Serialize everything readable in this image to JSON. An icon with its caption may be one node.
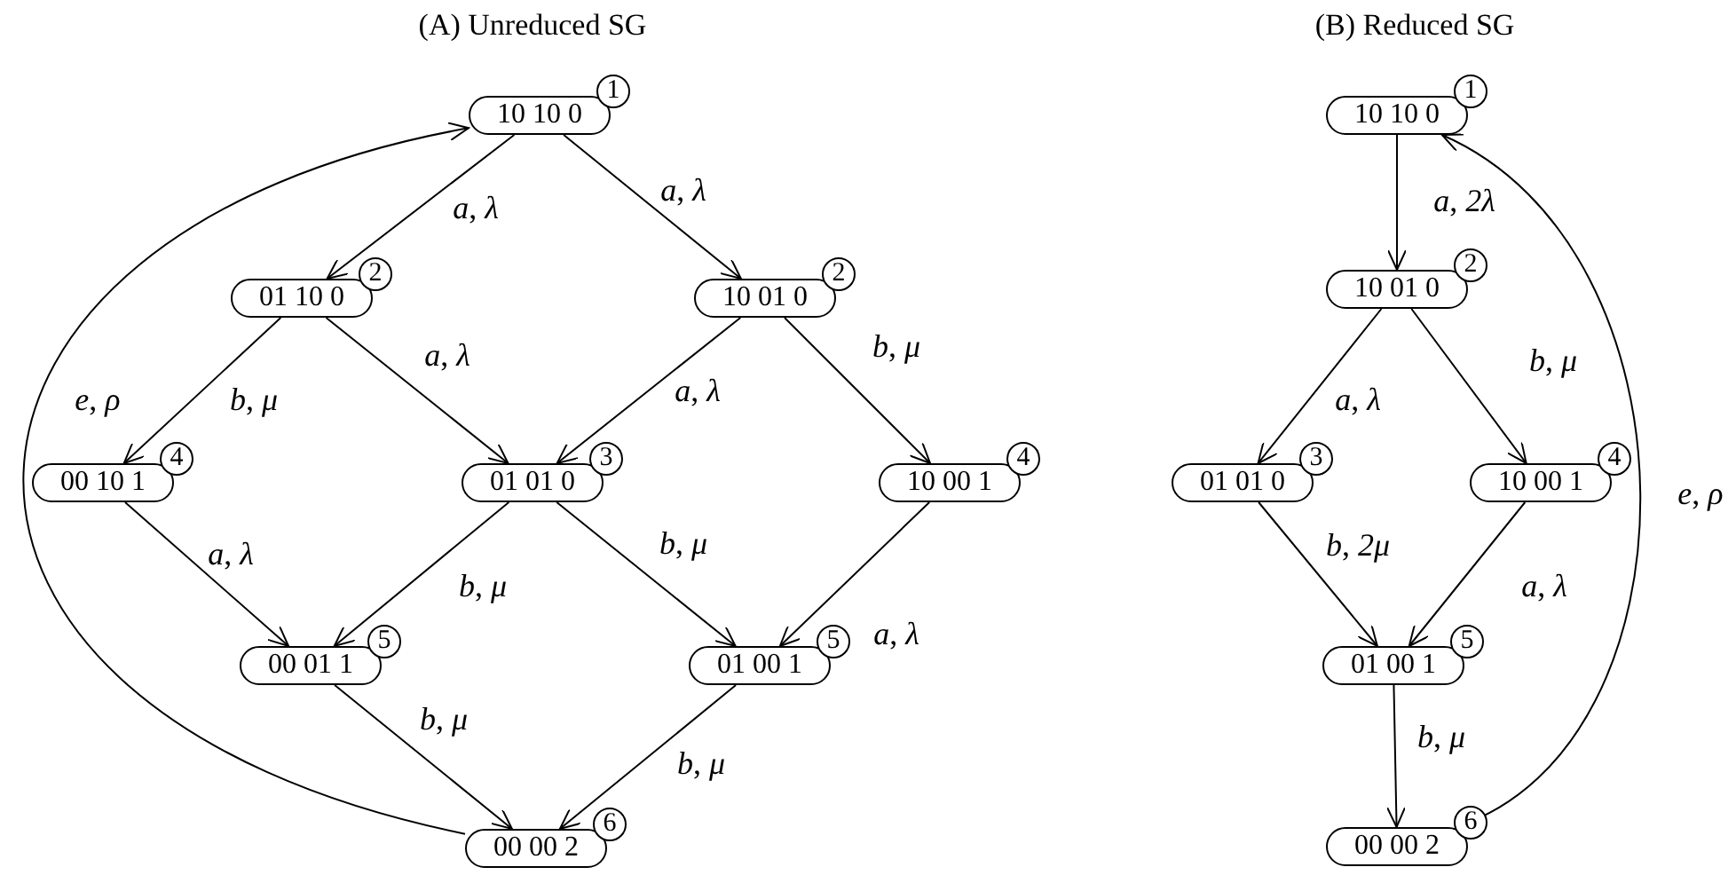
{
  "diagram": {
    "nodes": [
      {
        "text": [
          "10 10 0"
        ],
        "beside": [
          "1"
        ]
      },
      {
        "text": [
          "01 10 0"
        ],
        "beside": [
          "2"
        ]
      },
      {
        "text": [
          "10 01 0"
        ],
        "beside": [
          "2"
        ]
      },
      {
        "text": [
          "00 10 1"
        ],
        "beside": [
          "4"
        ]
      },
      {
        "text": [
          "01 01 0"
        ],
        "beside": [
          "3"
        ]
      },
      {
        "text": [
          "10 00 1"
        ],
        "beside": [
          "4"
        ]
      },
      {
        "text": [
          "00 01 1"
        ],
        "beside": [
          "5"
        ]
      },
      {
        "text": [
          "01 00 1"
        ],
        "beside": [
          "5"
        ]
      },
      {
        "text": [
          "00 00 2"
        ],
        "beside": [
          "6"
        ]
      },
      {
        "text": [
          "10 10 0"
        ],
        "beside": [
          "1"
        ]
      },
      {
        "text": [
          "10 01 0"
        ],
        "beside": [
          "2"
        ]
      },
      {
        "text": [
          "01 01 0"
        ],
        "beside": [
          "3"
        ]
      },
      {
        "text": [
          "10 00 1"
        ],
        "beside": [
          "4"
        ]
      },
      {
        "text": [
          "01 00 1"
        ],
        "beside": [
          "5"
        ]
      },
      {
        "text": [
          "00 00 2"
        ],
        "beside": [
          "6"
        ]
      }
    ],
    "edges": [
      {
        "from": 0,
        "to": 1,
        "arrow": "to",
        "label": "*a*, *λ*"
      },
      {
        "from": 0,
        "to": 2,
        "arrow": "to",
        "label": "*a*, *λ*"
      },
      {
        "from": 1,
        "to": 3,
        "arrow": "to",
        "label": "*b*, *μ*"
      },
      {
        "from": 1,
        "to": 4,
        "arrow": "to",
        "label": "*a*, *λ*"
      },
      {
        "from": 2,
        "to": 4,
        "arrow": "to",
        "label": "*a*, *λ*"
      },
      {
        "from": 2,
        "to": 5,
        "arrow": "to",
        "label": "*b*, *μ*"
      },
      {
        "from": 3,
        "to": 6,
        "arrow": "to",
        "label": "*a*, *λ*"
      },
      {
        "from": 4,
        "to": 6,
        "arrow": "to",
        "label": "*b*, *μ*"
      },
      {
        "from": 4,
        "to": 7,
        "arrow": "to",
        "label": "*b*, *μ*"
      },
      {
        "from": 5,
        "to": 7,
        "arrow": "to",
        "label": "*a*, *λ*"
      },
      {
        "from": 6,
        "to": 8,
        "arrow": "to",
        "label": "*b*, *μ*"
      },
      {
        "from": 7,
        "to": 8,
        "arrow": "to",
        "label": "*b*, *μ*"
      },
      {
        "from": 8,
        "to": 0,
        "arrow": "to",
        "label": "*e*, *ρ*"
      },
      {
        "from": 9,
        "to": 10,
        "arrow": "to",
        "label": "*a*, *2λ*"
      },
      {
        "from": 10,
        "to": 11,
        "arrow": "to",
        "label": "*a*, *λ*"
      },
      {
        "from": 10,
        "to": 12,
        "arrow": "to",
        "label": "*b*, *μ*"
      },
      {
        "from": 11,
        "to": 13,
        "arrow": "to",
        "label": "*b*, *2μ*"
      },
      {
        "from": 12,
        "to": 13,
        "arrow": "to",
        "label": "*a*, *λ*"
      },
      {
        "from": 13,
        "to": 14,
        "arrow": "to",
        "label": "*b*, *μ*"
      },
      {
        "from": 14,
        "to": 9,
        "arrow": "to",
        "label": "*e*, *ρ*"
      }
    ],
    "labels": [
      "(A) Unreduced SG",
      "(B) Reduced SG"
    ]
  }
}
